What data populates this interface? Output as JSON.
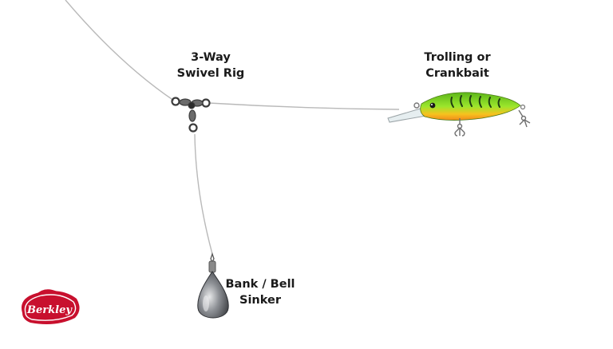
{
  "labels": {
    "swivel": {
      "line1": "3-Way",
      "line2": "Swivel Rig"
    },
    "lure": {
      "line1": "Trolling or",
      "line2": "Crankbait"
    },
    "sinker": {
      "line1": "Bank / Bell",
      "line2": "Sinker"
    }
  },
  "logo": {
    "text": "Berkley",
    "color": "#c8102e"
  },
  "colors": {
    "line": "#b9b9b9",
    "lure_body": "#7ed321",
    "lure_belly": "#f5a623",
    "lure_stripes": "#1f3d12",
    "sinker": "#6a6d72",
    "swivel": "#3c3c3c"
  },
  "icons": [
    "swivel-icon",
    "lure-icon",
    "sinker-icon",
    "berkley-logo-icon"
  ]
}
